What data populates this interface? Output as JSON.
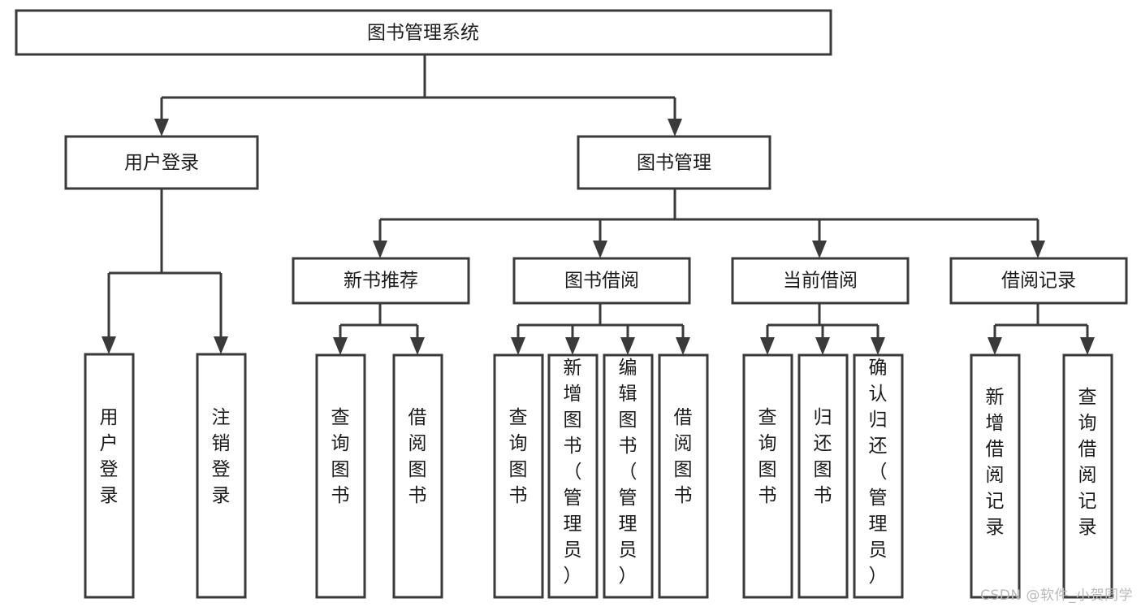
{
  "diagram": {
    "type": "tree",
    "title": "图书管理系统",
    "orientation": "top-down",
    "colors": {
      "box_stroke": "#3a3a3a",
      "box_fill": "#ffffff",
      "connector": "#3a3a3a",
      "text": "#1b1b1b",
      "background": "#ffffff",
      "watermark": "#b9b9b9"
    },
    "nodes": {
      "root": {
        "label": "图书管理系统",
        "level": 0,
        "orientation": "horizontal"
      },
      "user_login": {
        "label": "用户登录",
        "level": 1,
        "orientation": "horizontal"
      },
      "book_manage": {
        "label": "图书管理",
        "level": 1,
        "orientation": "horizontal"
      },
      "new_book_rec": {
        "label": "新书推荐",
        "level": 2,
        "orientation": "horizontal"
      },
      "book_borrow": {
        "label": "图书借阅",
        "level": 2,
        "orientation": "horizontal"
      },
      "current_borrow": {
        "label": "当前借阅",
        "level": 2,
        "orientation": "horizontal"
      },
      "borrow_record": {
        "label": "借阅记录",
        "level": 2,
        "orientation": "horizontal"
      },
      "leaf_user_login": {
        "label": "用户登录",
        "level": 2,
        "orientation": "vertical"
      },
      "leaf_logout": {
        "label": "注销登录",
        "level": 2,
        "orientation": "vertical"
      },
      "leaf_query_book_a": {
        "label": "查询图书",
        "level": 3,
        "orientation": "vertical"
      },
      "leaf_borrow_book_a": {
        "label": "借阅图书",
        "level": 3,
        "orientation": "vertical"
      },
      "leaf_query_book_b": {
        "label": "查询图书",
        "level": 3,
        "orientation": "vertical"
      },
      "leaf_add_book": {
        "label": "新增图书（管理员）",
        "level": 3,
        "orientation": "vertical"
      },
      "leaf_edit_book": {
        "label": "编辑图书（管理员）",
        "level": 3,
        "orientation": "vertical"
      },
      "leaf_borrow_book_b": {
        "label": "借阅图书",
        "level": 3,
        "orientation": "vertical"
      },
      "leaf_query_book_c": {
        "label": "查询图书",
        "level": 3,
        "orientation": "vertical"
      },
      "leaf_return_book": {
        "label": "归还图书",
        "level": 3,
        "orientation": "vertical"
      },
      "leaf_confirm_return": {
        "label": "确认归还（管理员）",
        "level": 3,
        "orientation": "vertical"
      },
      "leaf_add_record": {
        "label": "新增借阅记录",
        "level": 3,
        "orientation": "vertical"
      },
      "leaf_query_record": {
        "label": "查询借阅记录",
        "level": 3,
        "orientation": "vertical"
      }
    },
    "edges": [
      {
        "from": "root",
        "to": "user_login"
      },
      {
        "from": "root",
        "to": "book_manage"
      },
      {
        "from": "user_login",
        "to": "leaf_user_login"
      },
      {
        "from": "user_login",
        "to": "leaf_logout"
      },
      {
        "from": "book_manage",
        "to": "new_book_rec"
      },
      {
        "from": "book_manage",
        "to": "book_borrow"
      },
      {
        "from": "book_manage",
        "to": "current_borrow"
      },
      {
        "from": "book_manage",
        "to": "borrow_record"
      },
      {
        "from": "new_book_rec",
        "to": "leaf_query_book_a"
      },
      {
        "from": "new_book_rec",
        "to": "leaf_borrow_book_a"
      },
      {
        "from": "book_borrow",
        "to": "leaf_query_book_b"
      },
      {
        "from": "book_borrow",
        "to": "leaf_add_book"
      },
      {
        "from": "book_borrow",
        "to": "leaf_edit_book"
      },
      {
        "from": "book_borrow",
        "to": "leaf_borrow_book_b"
      },
      {
        "from": "current_borrow",
        "to": "leaf_query_book_c"
      },
      {
        "from": "current_borrow",
        "to": "leaf_return_book"
      },
      {
        "from": "current_borrow",
        "to": "leaf_confirm_return"
      },
      {
        "from": "borrow_record",
        "to": "leaf_add_record"
      },
      {
        "from": "borrow_record",
        "to": "leaf_query_record"
      }
    ]
  },
  "watermark": {
    "text": "CSDN @软件_小贺同学"
  }
}
